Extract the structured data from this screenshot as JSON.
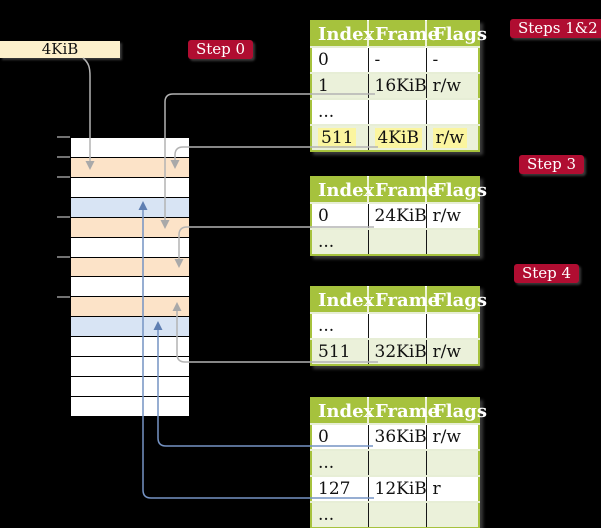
{
  "palette": {
    "table-green": "#a6c23d",
    "row-green": "#ebf1da",
    "orange": "#fce3c8",
    "blue-cell": "#d8e4f4",
    "cream": "#fdf0cb",
    "red": "#b00d31",
    "highlight": "#fbf59f",
    "gray-line": "#b3b3b3",
    "blue-line": "#7593c4"
  },
  "frame_label": "4KiB",
  "badges": {
    "step0": "Step 0",
    "steps12": "Steps 1&2",
    "step3": "Step 3",
    "step4": "Step 4"
  },
  "memory": {
    "cells": [
      "white",
      "orange",
      "white",
      "blue",
      "orange",
      "white",
      "orange",
      "white",
      "orange",
      "blue",
      "white",
      "white",
      "white",
      "white"
    ]
  },
  "tables": [
    {
      "name": "page-table-steps-1-2",
      "headers": [
        "Index",
        "Frame",
        "Flags"
      ],
      "rows": [
        {
          "cells": [
            "0",
            "-",
            "-"
          ]
        },
        {
          "cells": [
            "1",
            "16KiB",
            "r/w"
          ]
        },
        {
          "cells": [
            "...",
            "",
            ""
          ]
        },
        {
          "cells": [
            "511",
            "4KiB",
            "r/w"
          ],
          "highlight": true
        }
      ]
    },
    {
      "name": "page-table-step-3",
      "headers": [
        "Index",
        "Frame",
        "Flags"
      ],
      "rows": [
        {
          "cells": [
            "0",
            "24KiB",
            "r/w"
          ]
        },
        {
          "cells": [
            "...",
            "",
            ""
          ]
        }
      ]
    },
    {
      "name": "page-table-step-4",
      "headers": [
        "Index",
        "Frame",
        "Flags"
      ],
      "rows": [
        {
          "cells": [
            "...",
            "",
            ""
          ]
        },
        {
          "cells": [
            "511",
            "32KiB",
            "r/w"
          ]
        }
      ]
    },
    {
      "name": "page-table-last-level",
      "headers": [
        "Index",
        "Frame",
        "Flags"
      ],
      "rows": [
        {
          "cells": [
            "0",
            "36KiB",
            "r/w"
          ]
        },
        {
          "cells": [
            "...",
            "",
            ""
          ]
        },
        {
          "cells": [
            "127",
            "12KiB",
            "r"
          ]
        },
        {
          "cells": [
            "...",
            "",
            ""
          ]
        }
      ]
    }
  ]
}
